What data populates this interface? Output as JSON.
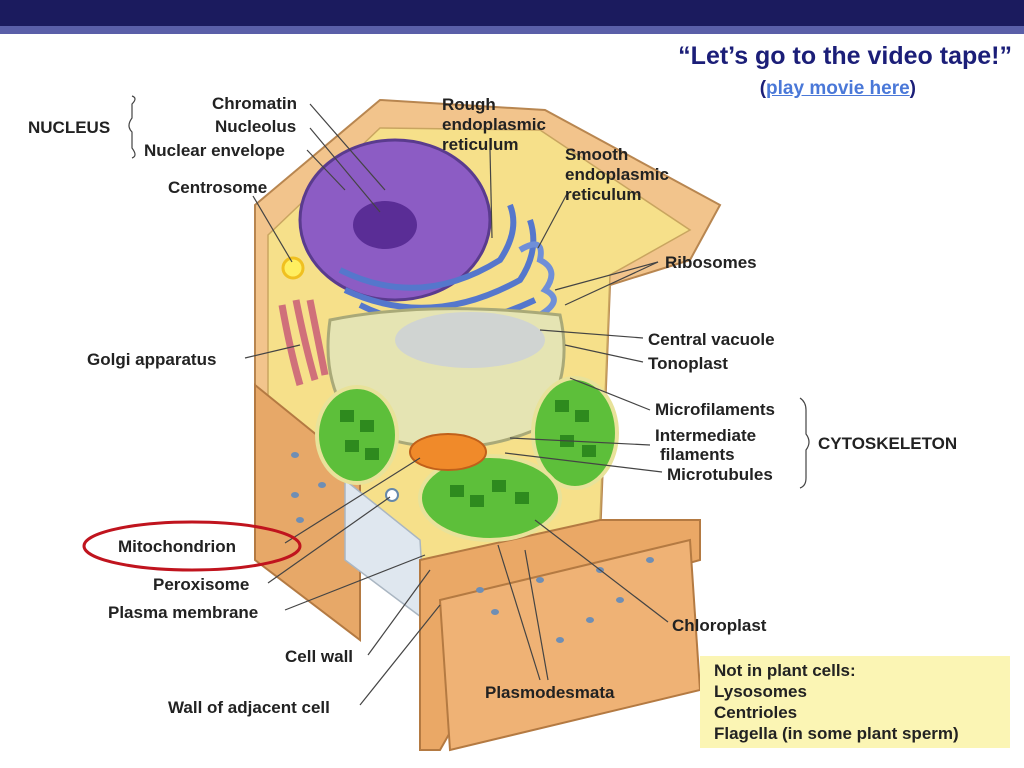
{
  "slide": {
    "title": "“Let’s go to the video tape!”",
    "subtitle_open": "(",
    "subtitle_link": "play movie here",
    "subtitle_close": ")"
  },
  "groups": {
    "nucleus": "NUCLEUS",
    "cytoskeleton": "CYTOSKELETON"
  },
  "labels": {
    "chromatin": "Chromatin",
    "nucleolus": "Nucleolus",
    "nuclear_envelope": "Nuclear envelope",
    "centrosome": "Centrosome",
    "rough_er_1": "Rough",
    "rough_er_2": "endoplasmic",
    "rough_er_3": "reticulum",
    "smooth_er_1": "Smooth",
    "smooth_er_2": "endoplasmic",
    "smooth_er_3": "reticulum",
    "ribosomes": "Ribosomes",
    "golgi": "Golgi apparatus",
    "central_vacuole": "Central vacuole",
    "tonoplast": "Tonoplast",
    "microfilaments": "Microfilaments",
    "intermediate_1": "Intermediate",
    "intermediate_2": "filaments",
    "microtubules": "Microtubules",
    "mitochondrion": "Mitochondrion",
    "peroxisome": "Peroxisome",
    "plasma_membrane": "Plasma membrane",
    "cell_wall": "Cell wall",
    "wall_adjacent": "Wall of adjacent cell",
    "plasmodesmata": "Plasmodesmata",
    "chloroplast": "Chloroplast"
  },
  "note_box": {
    "heading": "Not in plant cells:",
    "items": [
      "Lysosomes",
      "Centrioles",
      "Flagella (in some plant sperm)"
    ]
  },
  "colors": {
    "header_bar": "#1b1b5e",
    "title_text": "#1b1e78",
    "link": "#4a78d8",
    "highlight_circle": "#c0141e",
    "note_box_bg": "#fbf5b4"
  }
}
